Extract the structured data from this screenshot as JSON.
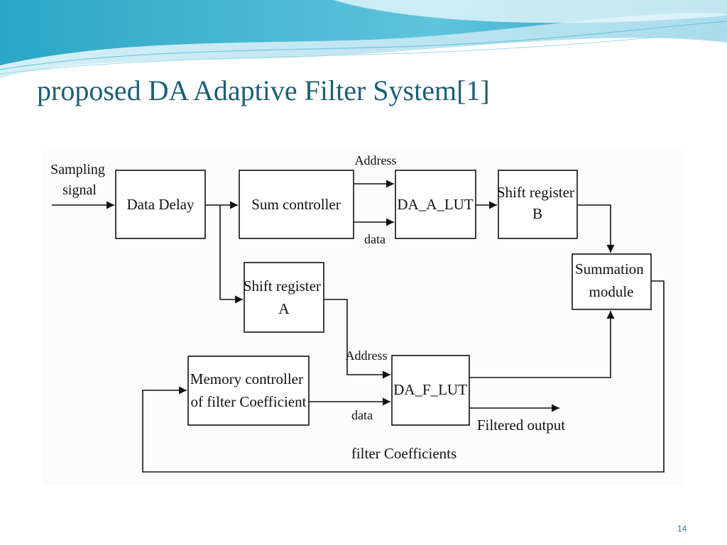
{
  "slide": {
    "title": "proposed DA Adaptive Filter System[1]",
    "page_number": "14"
  },
  "diagram": {
    "inputs": {
      "sampling_signal": [
        "Sampling",
        "signal"
      ]
    },
    "blocks": {
      "data_delay": [
        "Data Delay"
      ],
      "sum_controller": [
        "Sum controller"
      ],
      "da_a_lut": [
        "DA_A_LUT"
      ],
      "shift_register_b": [
        "Shift register",
        "B"
      ],
      "summation_module": [
        "Summation",
        "module"
      ],
      "shift_register_a": [
        "Shift register",
        "A"
      ],
      "memory_controller": [
        "Memory controller",
        "of filter Coefficient"
      ],
      "da_f_lut": [
        "DA_F_LUT"
      ]
    },
    "labels": {
      "address_top": "Address",
      "data_top": "data",
      "address_bottom": "Address",
      "data_bottom": "data",
      "filtered_output": "Filtered output",
      "filter_coefficients": "filter Coefficients"
    }
  },
  "colors": {
    "title": "#1c5e76",
    "wave_dark": "#1f9dbd",
    "wave_light": "#bfe6f1",
    "diagram_background": "#fcfcfc"
  }
}
